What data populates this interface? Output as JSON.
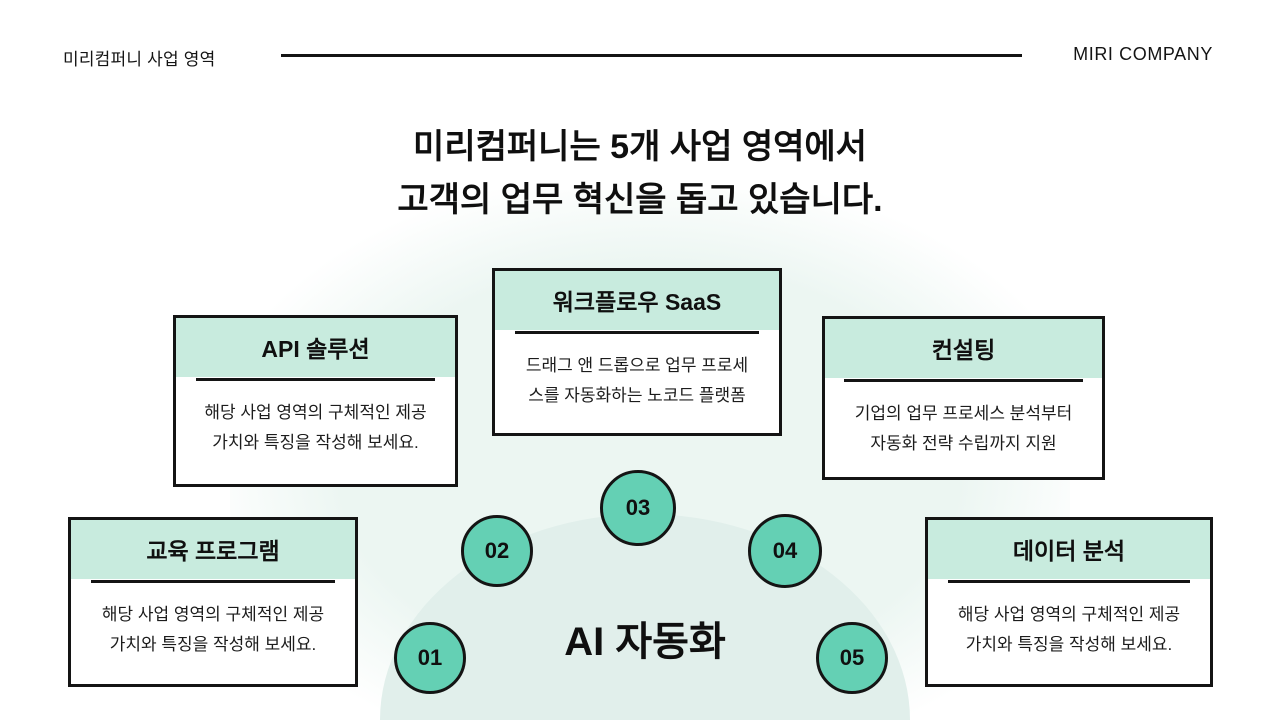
{
  "slide": {
    "header": {
      "section_label": "미리컴퍼니 사업 영역",
      "company_name": "MIRI COMPANY"
    },
    "title": {
      "line1": "미리컴퍼니는 5개 사업 영역에서",
      "line2": "고객의 업무 혁신을 돕고 있습니다."
    },
    "diagram": {
      "center_label": "AI 자동화",
      "steps": [
        "01",
        "02",
        "03",
        "04",
        "05"
      ],
      "cards": [
        {
          "title": "워크플로우 SaaS",
          "body": "드래그 앤 드롭으로 업무 프로세\n스를 자동화하는 노코드 플랫폼"
        },
        {
          "title": "API 솔루션",
          "body": "해당 사업 영역의 구체적인 제공\n가치와 특징을 작성해 보세요."
        },
        {
          "title": "컨설팅",
          "body": "기업의 업무 프로세스 분석부터\n자동화 전략 수립까지 지원"
        },
        {
          "title": "교육 프로그램",
          "body": "해당 사업 영역의 구체적인 제공\n가치와 특징을 작성해 보세요."
        },
        {
          "title": "데이터 분석",
          "body": "해당 사업 영역의 구체적인 제공\n가치와 특징을 작성해 보세요."
        }
      ]
    },
    "colors": {
      "accent_teal": "#64d0b4",
      "mint_header": "#c8ebde",
      "dome_fill": "#e1efeb",
      "ink": "#141414"
    }
  }
}
